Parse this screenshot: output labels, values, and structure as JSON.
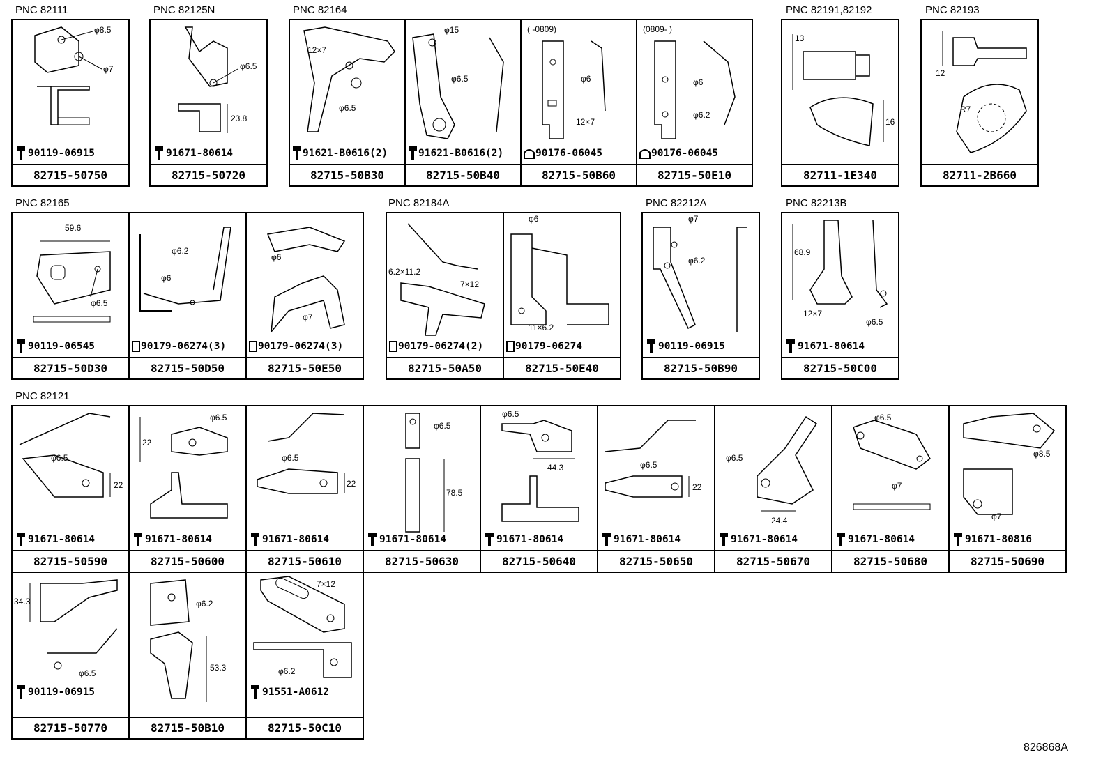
{
  "groups": [
    {
      "pnc": "PNC 82111",
      "cells": [
        {
          "part": "82715-50750",
          "bolt": "90119-06915",
          "labels": [
            "φ8.5",
            "φ7"
          ]
        }
      ]
    },
    {
      "pnc": "PNC 82125N",
      "cells": [
        {
          "part": "82715-50720",
          "bolt": "91671-80614",
          "labels": [
            "φ6.5",
            "23.8"
          ]
        }
      ]
    },
    {
      "pnc": "PNC 82164",
      "cells": [
        {
          "part": "82715-50B30",
          "bolt": "91621-B0616(2)",
          "labels": [
            "12×7",
            "φ6.5"
          ]
        },
        {
          "part": "82715-50B40",
          "bolt": "91621-B0616(2)",
          "labels": [
            "φ15",
            "φ6.5"
          ]
        },
        {
          "part": "82715-50B60",
          "bolt": "90176-06045",
          "labels": [
            "(      -0809)",
            "φ6",
            "12×7"
          ]
        },
        {
          "part": "82715-50E10",
          "bolt": "90176-06045",
          "labels": [
            "(0809-      )",
            "φ6",
            "φ6.2"
          ]
        }
      ]
    },
    {
      "pnc": "PNC 82191,82192",
      "cells": [
        {
          "part": "82711-1E340",
          "bolt": "",
          "labels": [
            "13",
            "16"
          ]
        }
      ]
    },
    {
      "pnc": "PNC 82193",
      "cells": [
        {
          "part": "82711-2B660",
          "bolt": "",
          "labels": [
            "12",
            "R7"
          ]
        }
      ]
    },
    {
      "pnc": "PNC 82165",
      "cells": [
        {
          "part": "82715-50D30",
          "bolt": "90119-06545",
          "labels": [
            "59.6",
            "φ6.5"
          ]
        },
        {
          "part": "82715-50D50",
          "bolt": "90179-06274(3)",
          "labels": [
            "φ6.2",
            "φ6"
          ]
        },
        {
          "part": "82715-50E50",
          "bolt": "90179-06274(3)",
          "labels": [
            "φ6",
            "φ7"
          ]
        }
      ]
    },
    {
      "pnc": "PNC 82184A",
      "cells": [
        {
          "part": "82715-50A50",
          "bolt": "90179-06274(2)",
          "labels": [
            "6.2×11.2",
            "7×12"
          ]
        },
        {
          "part": "82715-50E40",
          "bolt": "90179-06274",
          "labels": [
            "φ6",
            "11×6.2"
          ]
        }
      ]
    },
    {
      "pnc": "PNC 82212A",
      "cells": [
        {
          "part": "82715-50B90",
          "bolt": "90119-06915",
          "labels": [
            "φ7",
            "φ6.2"
          ]
        }
      ]
    },
    {
      "pnc": "PNC 82213B",
      "cells": [
        {
          "part": "82715-50C00",
          "bolt": "91671-80614",
          "labels": [
            "68.9",
            "12×7",
            "φ6.5"
          ]
        }
      ]
    },
    {
      "pnc": "PNC 82121",
      "cells": [
        {
          "part": "82715-50590",
          "bolt": "91671-80614",
          "labels": [
            "φ6.5",
            "22"
          ]
        },
        {
          "part": "82715-50600",
          "bolt": "91671-80614",
          "labels": [
            "φ6.5",
            "22"
          ]
        },
        {
          "part": "82715-50610",
          "bolt": "91671-80614",
          "labels": [
            "φ6.5",
            "22"
          ]
        },
        {
          "part": "82715-50630",
          "bolt": "91671-80614",
          "labels": [
            "φ6.5",
            "78.5"
          ]
        },
        {
          "part": "82715-50640",
          "bolt": "91671-80614",
          "labels": [
            "φ6.5",
            "44.3"
          ]
        },
        {
          "part": "82715-50650",
          "bolt": "91671-80614",
          "labels": [
            "φ6.5",
            "22"
          ]
        },
        {
          "part": "82715-50670",
          "bolt": "91671-80614",
          "labels": [
            "φ6.5",
            "24.4"
          ]
        },
        {
          "part": "82715-50680",
          "bolt": "91671-80614",
          "labels": [
            "φ6.5",
            "φ7"
          ]
        },
        {
          "part": "82715-50690",
          "bolt": "91671-80816",
          "labels": [
            "φ8.5",
            "φ7"
          ]
        },
        {
          "part": "82715-50770",
          "bolt": "90119-06915",
          "labels": [
            "34.3",
            "φ6.5"
          ]
        },
        {
          "part": "82715-50B10",
          "bolt": "",
          "labels": [
            "φ6.2",
            "53.3"
          ]
        },
        {
          "part": "82715-50C10",
          "bolt": "91551-A0612",
          "labels": [
            "7×12",
            "φ6.2"
          ]
        }
      ]
    }
  ],
  "reference": "826868A"
}
